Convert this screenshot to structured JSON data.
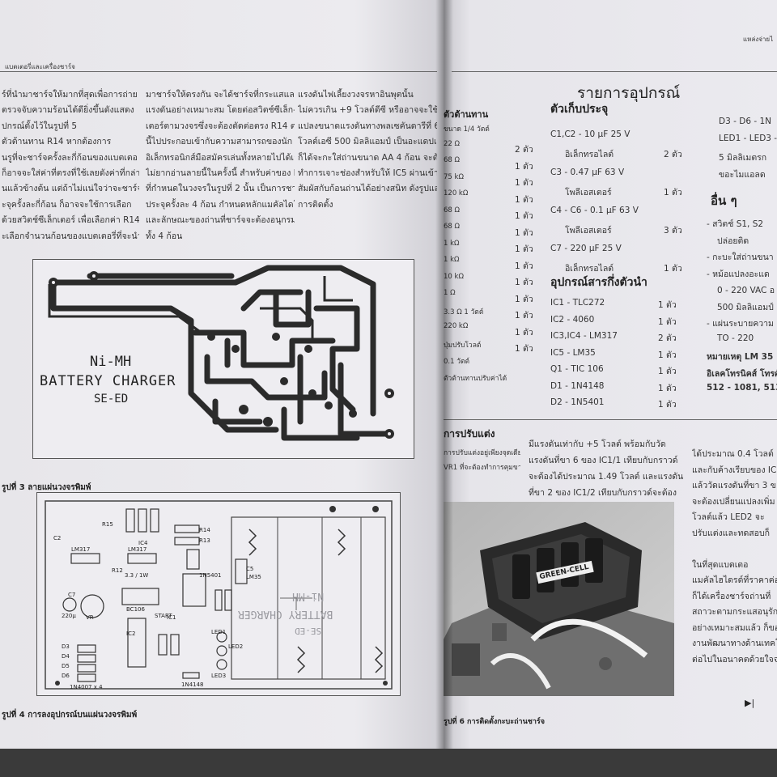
{
  "left_page": {
    "running_head": "แบตเตอรี่และเครื่องชาร์จ",
    "col1": [
      "ร์ที่นำมาชาร์จให้มากที่สุดเพื่อการถ่าย",
      "ตรวจจับความร้อนได้ดียิ่งขึ้นดังแสดง",
      "ปกรณ์ตั้งไว้ในรูปที่ 5",
      "ตัวต้านทาน R14 หากต้องการ",
      "นรูที่จะชาร์จครั้งละกี่ก้อนของแบตเตอ",
      "ก็อาจจะใส่ค่าที่ตรงที่ใช้เลยดังค่าที่กล่าว",
      "นแล้วข้างต้น แต่ถ้าไม่แน่ใจว่าจะชาร์จ",
      "ะจุครั้งละกี่ก้อน ก็อาจจะใช้การเลือก",
      "ด้วยสวิตช์ซีเล็กเตอร์ เพื่อเลือกค่า R14",
      "ะเลือกจำนวนก้อนของแบตเตอรี่ที่จะนำ"
    ],
    "col2": [
      "มาชาร์จให้ตรงกัน จะได้ชาร์จที่กระแสและ",
      "แรงดันอย่างเหมาะสม โดยต่อสวิตช์ซีเล็ก-",
      "เตอร์ตามวงจรซึ่งจะต้องตัดต่อตรง R14 ตรง",
      "นี้ไปประกอบเข้ากับความสามารถของนัก",
      "อิเล็กทรอนิกส์มือสมัครเล่นทั้งหลายไปได้เลย ซึ่ง",
      "ไม่ยากอ่านลายนี้ในครั้งนี้ สำหรับค่าของ R14",
      "ที่กำหนดในวงจรในรูปที่ 2 นั้น เป็นการชาร์จ",
      "ประจุครั้งละ 4 ก้อน กำหนดหลักแมคัลไดโอด์",
      "และลักษณะของถ่านที่ชาร์จจะต้องอนุกรมกัน",
      "ทั้ง 4 ก้อน"
    ],
    "col3": [
      "แรงดันไฟเลี้ยงวงจรหาอินพุตนั้น",
      "ไม่ควรเกิน +9 โวลต์ดีซี หรืออาจจะใช้หม้อ",
      "แปลงขนาดแรงดันทางพลเซคันดารีที่ 6.5",
      "โวลต์เอซี 500 มิลลิแอมป์ เป็นอะแดปเตอร์",
      "ก็ได้จะกะใส่ถ่านขนาด AA 4 ก้อน จะต้อง",
      "ทำการเจาะช่องสำหรับให้ IC5 ผ่านเข้าไป",
      "สัมผัสกับก้อนถ่านได้อย่างสนิท ดังรูปแสดง",
      "การติดตั้ง"
    ],
    "pcb_text": [
      "Ni-MH",
      "BATTERY CHARGER",
      "SE-ED"
    ],
    "pcb_caption": "รูปที่ 3 ลายแผ่นวงจรพิมพ์",
    "layout_caption": "รูปที่ 4 การลงอุปกรณ์บนแผ่นวงจรพิมพ์",
    "layout_labels": [
      "LM317",
      "LM317",
      "IC4",
      "R12",
      "3.3 / 1W",
      "C5",
      "LM35",
      "1N5401",
      "BC106",
      "START",
      "LED1",
      "LED2",
      "LED3",
      "1N4148",
      "1N4007 x 4",
      "C7",
      "220µ",
      "C2",
      "D3",
      "D4",
      "D5",
      "D6",
      "R15",
      "R13",
      "R14",
      "IC1",
      "IC2",
      "VR"
    ],
    "layout_ghost_text": [
      "Ni-MH",
      "BATTERY CHARGER",
      "SE-ED"
    ]
  },
  "right_page": {
    "running_head": "แหล่งจ่ายไ",
    "parts_title": "รายการอุปกรณ์",
    "resistor_heading": "ตัวต้านทาน",
    "resistor_lines": [
      "ขนาด 1/4 วัตต์",
      "22 Ω",
      "68 Ω",
      "75 kΩ",
      "120 kΩ",
      "68 Ω",
      "68 Ω",
      "1 kΩ",
      "1 kΩ",
      "10 kΩ",
      "1 Ω",
      "3.3 Ω 1 วัตต์",
      "220 kΩ",
      "ปุ่มปรับโวลต์",
      "0.1 วัตต์",
      "ตัวต้านทานปรับค่าได้"
    ],
    "resistor_qty": [
      "2 ตัว",
      "1 ตัว",
      "1 ตัว",
      "1 ตัว",
      "1 ตัว",
      "1 ตัว",
      "1 ตัว",
      "1 ตัว",
      "1 ตัว",
      "1 ตัว",
      "1 ตัว",
      "1 ตัว",
      "1 ตัว"
    ],
    "cap_heading": "ตัวเก็บประจุ",
    "cap_lines": [
      {
        "name": "C1,C2 - 10 µF 25 V",
        "type": "อิเล็กทรอไลต์",
        "qty": "2 ตัว"
      },
      {
        "name": "C3 - 0.47 µF 63 V",
        "type": "โพลีเอสเตอร์",
        "qty": "1 ตัว"
      },
      {
        "name": "C4 - C6 - 0.1 µF 63 V",
        "type": "โพลีเอสเตอร์",
        "qty": "3 ตัว"
      },
      {
        "name": "C7 - 220 µF 25 V",
        "type": "อิเล็กทรอไลต์",
        "qty": "1 ตัว"
      }
    ],
    "semi_heading": "อุปกรณ์สารกึ่งตัวนำ",
    "semi_lines": [
      {
        "name": "IC1 - TLC272",
        "qty": "1 ตัว"
      },
      {
        "name": "IC2 - 4060",
        "qty": "1 ตัว"
      },
      {
        "name": "IC3,IC4 - LM317",
        "qty": "2 ตัว"
      },
      {
        "name": "IC5 - LM35",
        "qty": "1 ตัว"
      },
      {
        "name": "Q1 - TIC 106",
        "qty": "1 ตัว"
      },
      {
        "name": "D1 - 1N4148",
        "qty": "1 ตัว"
      },
      {
        "name": "D2 - 1N5401",
        "qty": "1 ตัว"
      }
    ],
    "col3_lines": [
      "D3 - D6 - 1N",
      "LED1 - LED3 -",
      "5 มิลลิเมตรก",
      "ขอะไมแอลด"
    ],
    "other_heading": "อื่น ๆ",
    "other_lines": [
      "- สวิตช์ S1, S2",
      "ปล่อยติด",
      "- กะบะใส่ถ่านขนา",
      "- หม้อแปลงอะแด",
      "0 - 220 VAC อ",
      "500 มิลลิแอมป์",
      "- แผ่นระบายความ",
      "TO - 220",
      "หมายเหตุ LM 35",
      "อิเลคโทรนิคส์ โทรศั",
      "512 - 1081, 513 -"
    ],
    "adjust_heading": "การปรับแต่ง",
    "adjust_col1": [
      "การปรับแต่งอยู่เพียงจุดเดียวคือ",
      "VR1 ที่จะต้องทำการคุมขาของ IC3"
    ],
    "adjust_col2": [
      "มีแรงดันเท่ากับ +5 โวลต์ พร้อมกับวัด",
      "แรงดันที่ขา 6 ของ IC1/1 เทียบกับกราวด์",
      "จะต้องได้ประมาณ 1.49 โวลต์ และแรงดัน",
      "ที่ขา 2 ของ IC1/2 เทียบกับกราวด์จะต้อง"
    ],
    "adjust_col3": [
      "ได้ประมาณ 0.4 โวลต์",
      "และกับค้างเรียบของ IC",
      "แล้ววัดแรงดันที่ขา 3 ข",
      "จะต้องเปลี่ยนแปลงเพิ่ม",
      "โวลต์แล้ว LED2 จะ",
      "ปรับแต่งและทดสอบก็",
      "",
      "ในที่สุดแบตเตอ",
      "แมคัลไฮไดรด์ที่ราคาค่อน",
      "ก็ได้เครื่องชาร์จถ่านที่",
      "สถาวะตามกระแสอนุรักษ์",
      "อย่างเหมาะสมแล้ว ก็ของ",
      "งานพัฒนาทางด้านเทคโนโล",
      "ต่อไปในอนาคตด้วยใจจริง"
    ],
    "photo_label": "GREEN-CELL",
    "photo_caption": "รูปที่ 6 การติดตั้งกะบะถ่านชาร์จ",
    "end_mark": "▶|"
  }
}
